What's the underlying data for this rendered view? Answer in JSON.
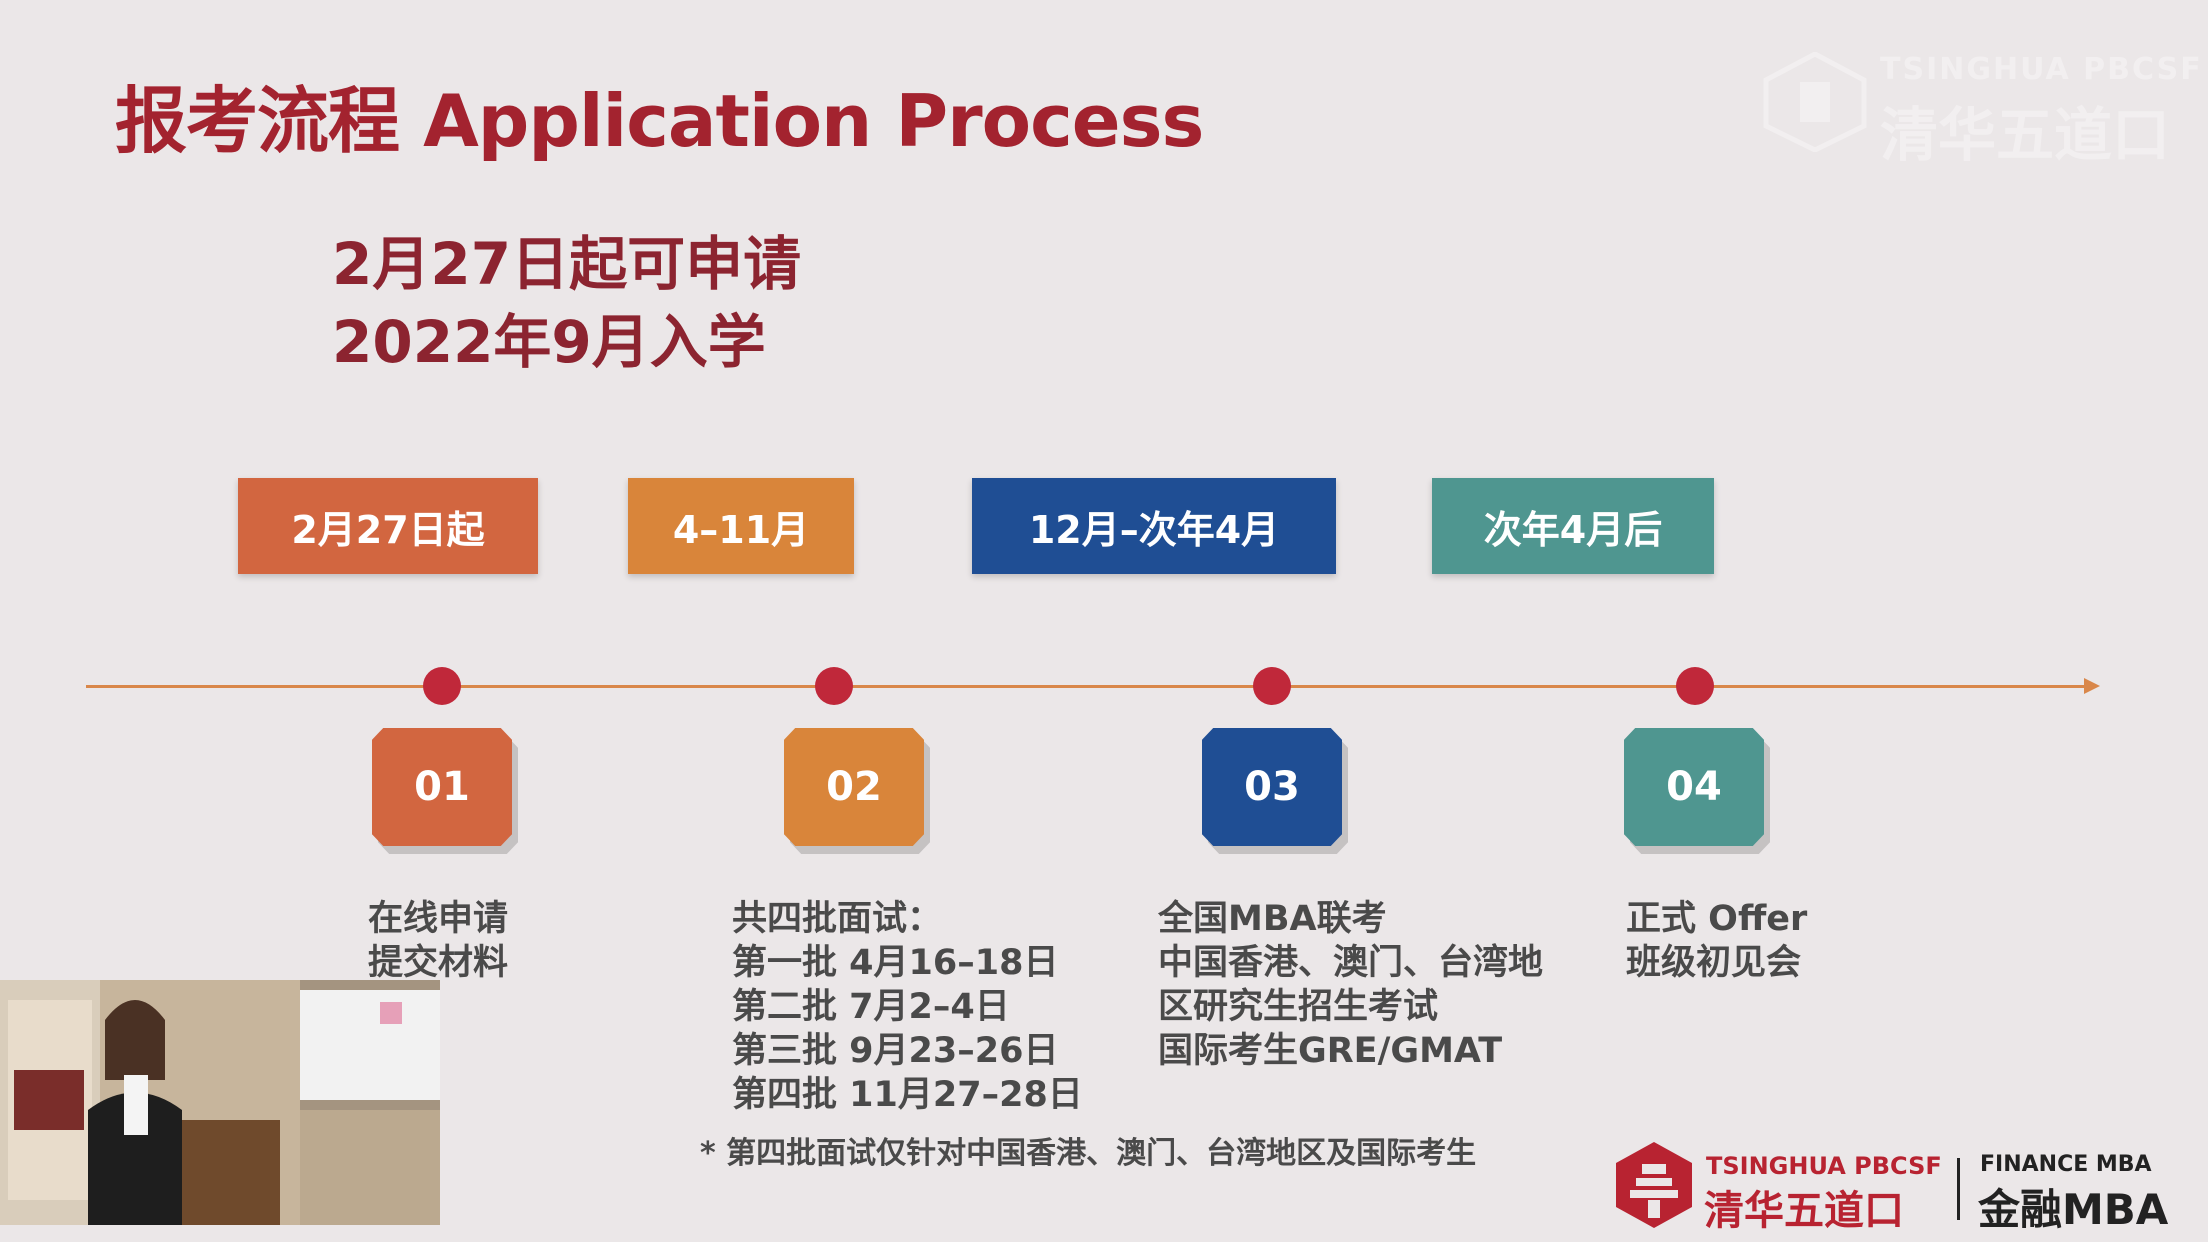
{
  "title": "报考流程 Application Process",
  "subtitle": {
    "line1": "2月27日起可申请",
    "line2": "2022年9月入学"
  },
  "steps": [
    {
      "tag": "2月27日起",
      "number": "01",
      "color": "#d26640",
      "desc": [
        "在线申请",
        "提交材料"
      ]
    },
    {
      "tag": "4–11月",
      "number": "02",
      "color": "#d9853a",
      "desc": [
        "共四批面试：",
        "第一批 4月16–18日",
        "第二批 7月2–4日",
        "第三批 9月23–26日",
        "第四批 11月27–28日"
      ]
    },
    {
      "tag": "12月–次年4月",
      "number": "03",
      "color": "#1f4e94",
      "desc": [
        "全国MBA联考",
        "中国香港、澳门、台湾地",
        "区研究生招生考试",
        "国际考生GRE/GMAT"
      ]
    },
    {
      "tag": "次年4月后",
      "number": "04",
      "color": "#4f9690",
      "desc": [
        "正式 Offer",
        "班级初见会"
      ]
    }
  ],
  "note": "* 第四批面试仅针对中国香港、澳门、台湾地区及国际考生",
  "watermark": {
    "en": "TSINGHUA PBCSF",
    "cn": "清华五道口"
  },
  "logo": {
    "en": "TSINGHUA PBCSF",
    "cn": "清华五道口",
    "program_en": "FINANCE MBA",
    "program_cn": "金融MBA"
  },
  "colors": {
    "title": "#a3232f",
    "subtitle": "#8c2430",
    "timeline": "#d9874a",
    "dot": "#c0283a",
    "background": "#ebe7e8"
  }
}
